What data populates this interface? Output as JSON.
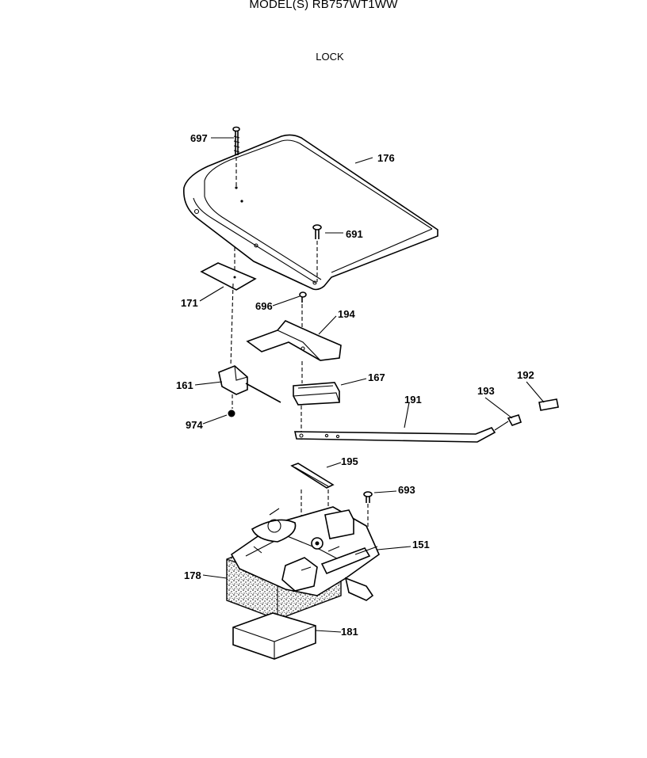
{
  "header": {
    "model": "MODEL(S) RB757WT1WW",
    "section": "LOCK"
  },
  "labels": [
    "697",
    "176",
    "691",
    "171",
    "696",
    "194",
    "161",
    "167",
    "191",
    "193",
    "192",
    "974",
    "195",
    "693",
    "151",
    "178",
    "181"
  ]
}
